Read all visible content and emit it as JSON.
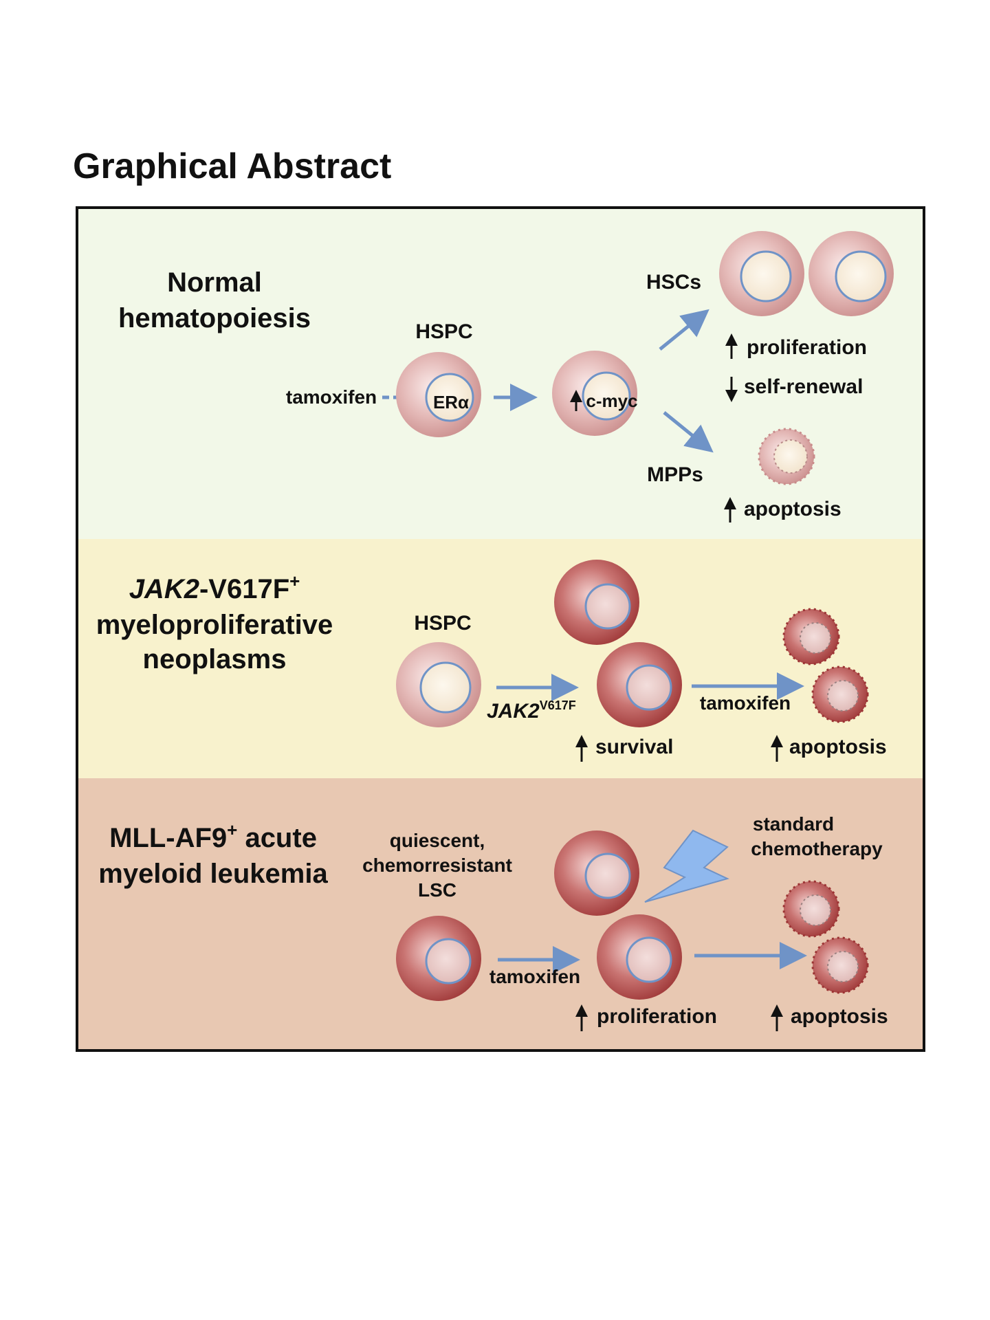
{
  "title": "Graphical Abstract",
  "colors": {
    "panel1": "#f2f8e8",
    "panel2": "#f8f2cd",
    "panel3": "#e8c8b2",
    "arrow": "#6f93c7",
    "cell_light": "#d9a7a5",
    "cell_dark": "#b24b4b",
    "nucleus_fill": "#f9efe0",
    "nucleus_stroke": "#6f93c7",
    "bolt": "#8fb8ee"
  },
  "panels": {
    "normal": {
      "title_line1": "Normal",
      "title_line2": "hematopoiesis",
      "hspc": "HSPC",
      "tamoxifen": "tamoxifen",
      "er_alpha": "ERα",
      "cmyc": "c-myc",
      "hscs": "HSCs",
      "proliferation": "proliferation",
      "self_renewal": "self-renewal",
      "mpps": "MPPs",
      "apoptosis": "apoptosis"
    },
    "jak2": {
      "title_gene": "JAK2",
      "title_rest": "-V617F",
      "title_sup": "+",
      "title_line2": "myeloproliferative",
      "title_line3": "neoplasms",
      "hspc": "HSPC",
      "mutation_gene": "JAK2",
      "mutation_sup": "V617F",
      "survival": "survival",
      "tamoxifen": "tamoxifen",
      "apoptosis": "apoptosis"
    },
    "aml": {
      "title_line1_a": "MLL-AF9",
      "title_sup": "+",
      "title_line1_b": " acute",
      "title_line2": "myeloid leukemia",
      "lsc_line1": "quiescent,",
      "lsc_line2": "chemorresistant",
      "lsc_line3": "LSC",
      "chemo_line1": "standard",
      "chemo_line2": "chemotherapy",
      "tamoxifen": "tamoxifen",
      "proliferation": "proliferation",
      "apoptosis": "apoptosis"
    }
  }
}
